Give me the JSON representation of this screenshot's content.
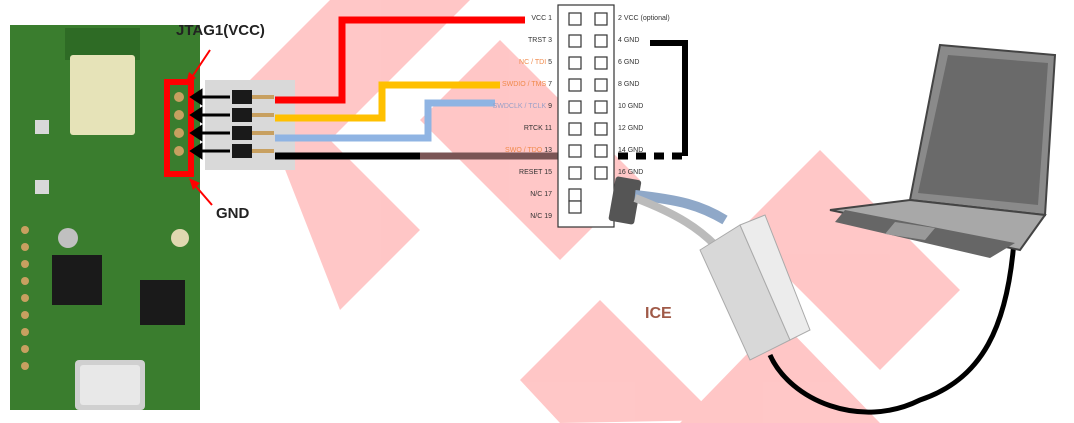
{
  "labels": {
    "jtag": "JTAG1(VCC)",
    "gnd": "GND",
    "ice": "ICE"
  },
  "header_pins": {
    "left": [
      {
        "name": "VCC",
        "num": "1",
        "color": ""
      },
      {
        "name": "TRST",
        "num": "3",
        "color": ""
      },
      {
        "name": "NC / TDI",
        "num": "5",
        "color": "hl"
      },
      {
        "name": "SWDIO / TMS",
        "num": "7",
        "color": "hl"
      },
      {
        "name": "SWDCLK / TCLK",
        "num": "9",
        "color": "hl2"
      },
      {
        "name": "RTCK",
        "num": "11",
        "color": ""
      },
      {
        "name": "SWO / TDO",
        "num": "13",
        "color": "hl"
      },
      {
        "name": "RESET",
        "num": "15",
        "color": ""
      },
      {
        "name": "N/C",
        "num": "17",
        "color": ""
      },
      {
        "name": "N/C",
        "num": "19",
        "color": ""
      }
    ],
    "right": [
      {
        "num": "2",
        "name": "VCC (optional)"
      },
      {
        "num": "4",
        "name": "GND"
      },
      {
        "num": "6",
        "name": "GND"
      },
      {
        "num": "8",
        "name": "GND"
      },
      {
        "num": "10",
        "name": "GND"
      },
      {
        "num": "12",
        "name": "GND"
      },
      {
        "num": "14",
        "name": "GND"
      },
      {
        "num": "16",
        "name": "GND"
      }
    ]
  },
  "colors": {
    "wire_vcc": "#ff0000",
    "wire_swdio": "#ffc000",
    "wire_swclk": "#8fb4e3",
    "wire_gnd": "#000000",
    "board": "#3a7d2e",
    "watermark": "#ff0000"
  }
}
